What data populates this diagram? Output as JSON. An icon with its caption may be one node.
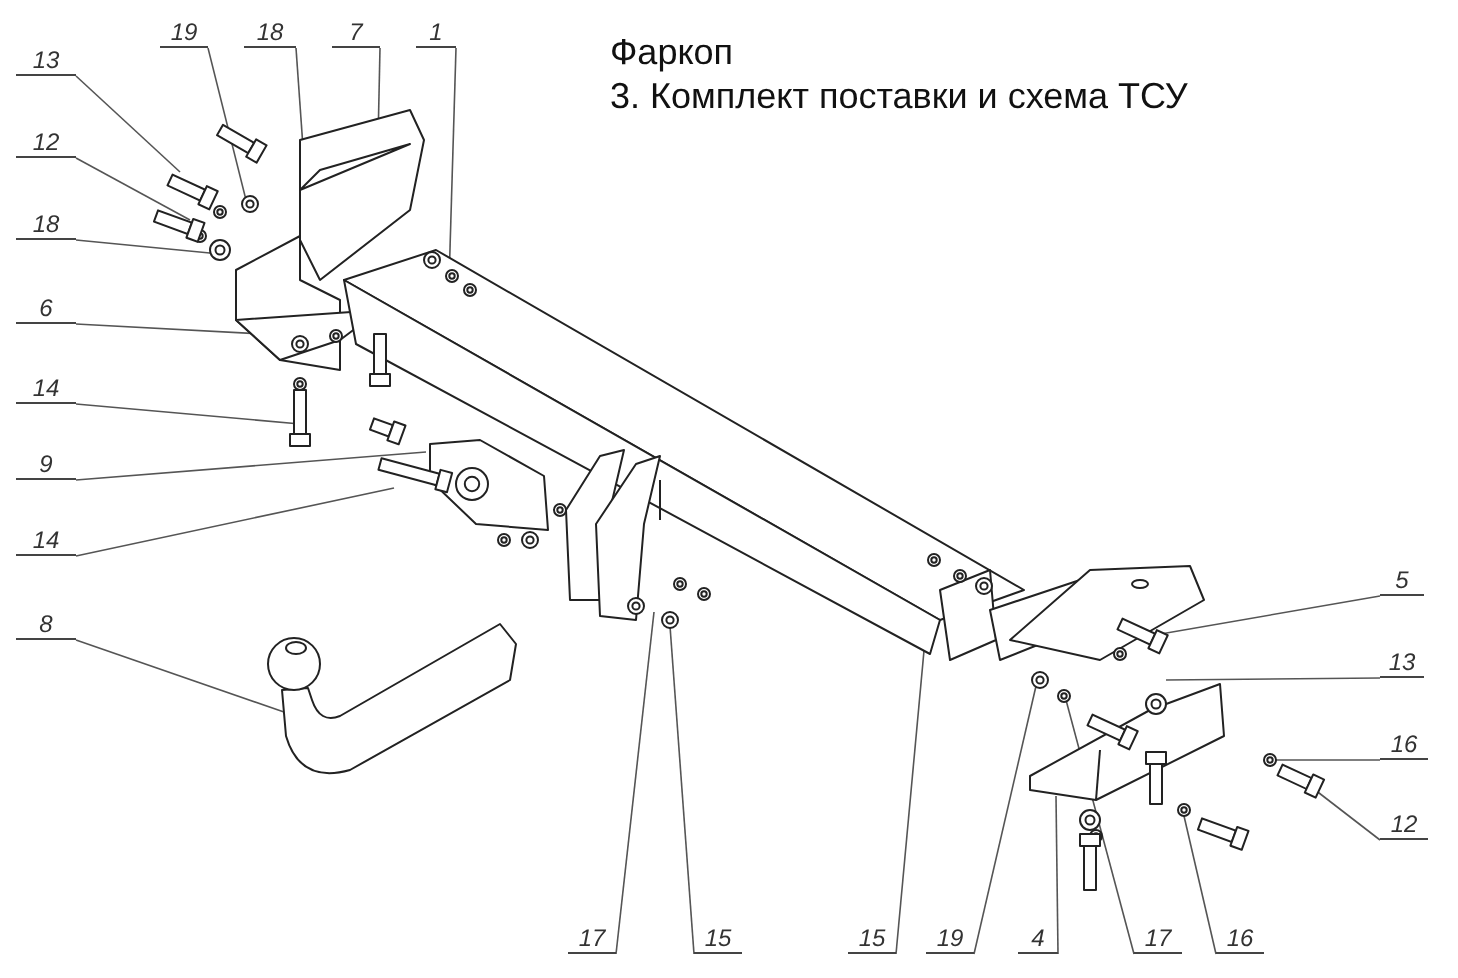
{
  "diagram": {
    "title": "Фаркоп",
    "nodes": [
      {
        "text": [
          "13"
        ]
      },
      {
        "text": [
          "12"
        ]
      },
      {
        "text": [
          "18"
        ]
      },
      {
        "text": [
          "6"
        ]
      },
      {
        "text": [
          "14"
        ]
      },
      {
        "text": [
          "9"
        ]
      },
      {
        "text": [
          "14"
        ]
      },
      {
        "text": [
          "8"
        ]
      },
      {
        "text": [
          "19"
        ]
      },
      {
        "text": [
          "18"
        ]
      },
      {
        "text": [
          "7"
        ]
      },
      {
        "text": [
          "1"
        ]
      },
      {
        "text": [
          "5"
        ]
      },
      {
        "text": [
          "13"
        ]
      },
      {
        "text": [
          "16"
        ]
      },
      {
        "text": [
          "12"
        ]
      },
      {
        "text": [
          "17"
        ]
      },
      {
        "text": [
          "15"
        ]
      },
      {
        "text": [
          "15"
        ]
      },
      {
        "text": [
          "19"
        ]
      },
      {
        "text": [
          "4"
        ]
      },
      {
        "text": [
          "17"
        ]
      },
      {
        "text": [
          "16"
        ]
      }
    ],
    "edges": [
      {
        "from": 0,
        "to": null,
        "arrow": "none"
      },
      {
        "from": 1,
        "to": null,
        "arrow": "none"
      },
      {
        "from": 2,
        "to": null,
        "arrow": "none"
      },
      {
        "from": 3,
        "to": null,
        "arrow": "none"
      },
      {
        "from": 4,
        "to": null,
        "arrow": "none"
      },
      {
        "from": 5,
        "to": null,
        "arrow": "none"
      },
      {
        "from": 6,
        "to": null,
        "arrow": "none"
      },
      {
        "from": 7,
        "to": null,
        "arrow": "none"
      },
      {
        "from": 8,
        "to": null,
        "arrow": "none"
      },
      {
        "from": 9,
        "to": null,
        "arrow": "none"
      },
      {
        "from": 10,
        "to": null,
        "arrow": "none"
      },
      {
        "from": 11,
        "to": null,
        "arrow": "none"
      },
      {
        "from": 12,
        "to": null,
        "arrow": "none"
      },
      {
        "from": 13,
        "to": null,
        "arrow": "none"
      },
      {
        "from": 14,
        "to": null,
        "arrow": "none"
      },
      {
        "from": 15,
        "to": null,
        "arrow": "none"
      },
      {
        "from": 16,
        "to": null,
        "arrow": "none"
      },
      {
        "from": 17,
        "to": null,
        "arrow": "none"
      },
      {
        "from": 18,
        "to": null,
        "arrow": "none"
      },
      {
        "from": 19,
        "to": null,
        "arrow": "none"
      },
      {
        "from": 20,
        "to": null,
        "arrow": "none"
      },
      {
        "from": 21,
        "to": null,
        "arrow": "none"
      },
      {
        "from": 22,
        "to": null,
        "arrow": "none"
      }
    ],
    "labels": [
      "3. Комплект поставки и схема ТСУ"
    ]
  }
}
